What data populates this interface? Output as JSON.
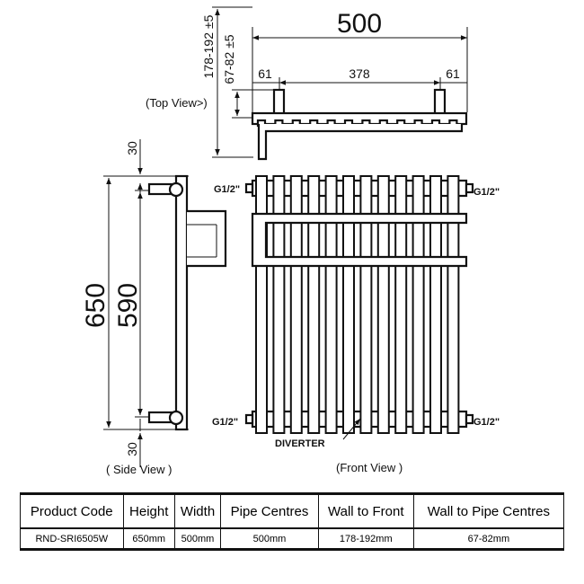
{
  "dimensions": {
    "top_width": "500",
    "top_left_offset": "61",
    "top_centres": "378",
    "top_right_offset": "61",
    "wall_to_front": "178-192 ±5",
    "wall_to_pipe": "67-82 ±5",
    "height": "650",
    "pipe_centres": "590",
    "top_gap": "30",
    "bottom_gap": "30"
  },
  "labels": {
    "top_view": "(Top View>)",
    "side_view": "( Side View )",
    "front_view": "(Front View )",
    "diverter": "DIVERTER",
    "inlet_top_left": "G1/2\"",
    "inlet_top_right": "G1/2\"",
    "inlet_bottom_left": "G1/2\"",
    "inlet_bottom_right": "G1/2\""
  },
  "table": {
    "headers": [
      "Product Code",
      "Height",
      "Width",
      "Pipe Centres",
      "Wall to Front",
      "Wall to Pipe Centres"
    ],
    "row": [
      "RND-SRI6505W",
      "650mm",
      "500mm",
      "500mm",
      "178-192mm",
      "67-82mm"
    ]
  }
}
